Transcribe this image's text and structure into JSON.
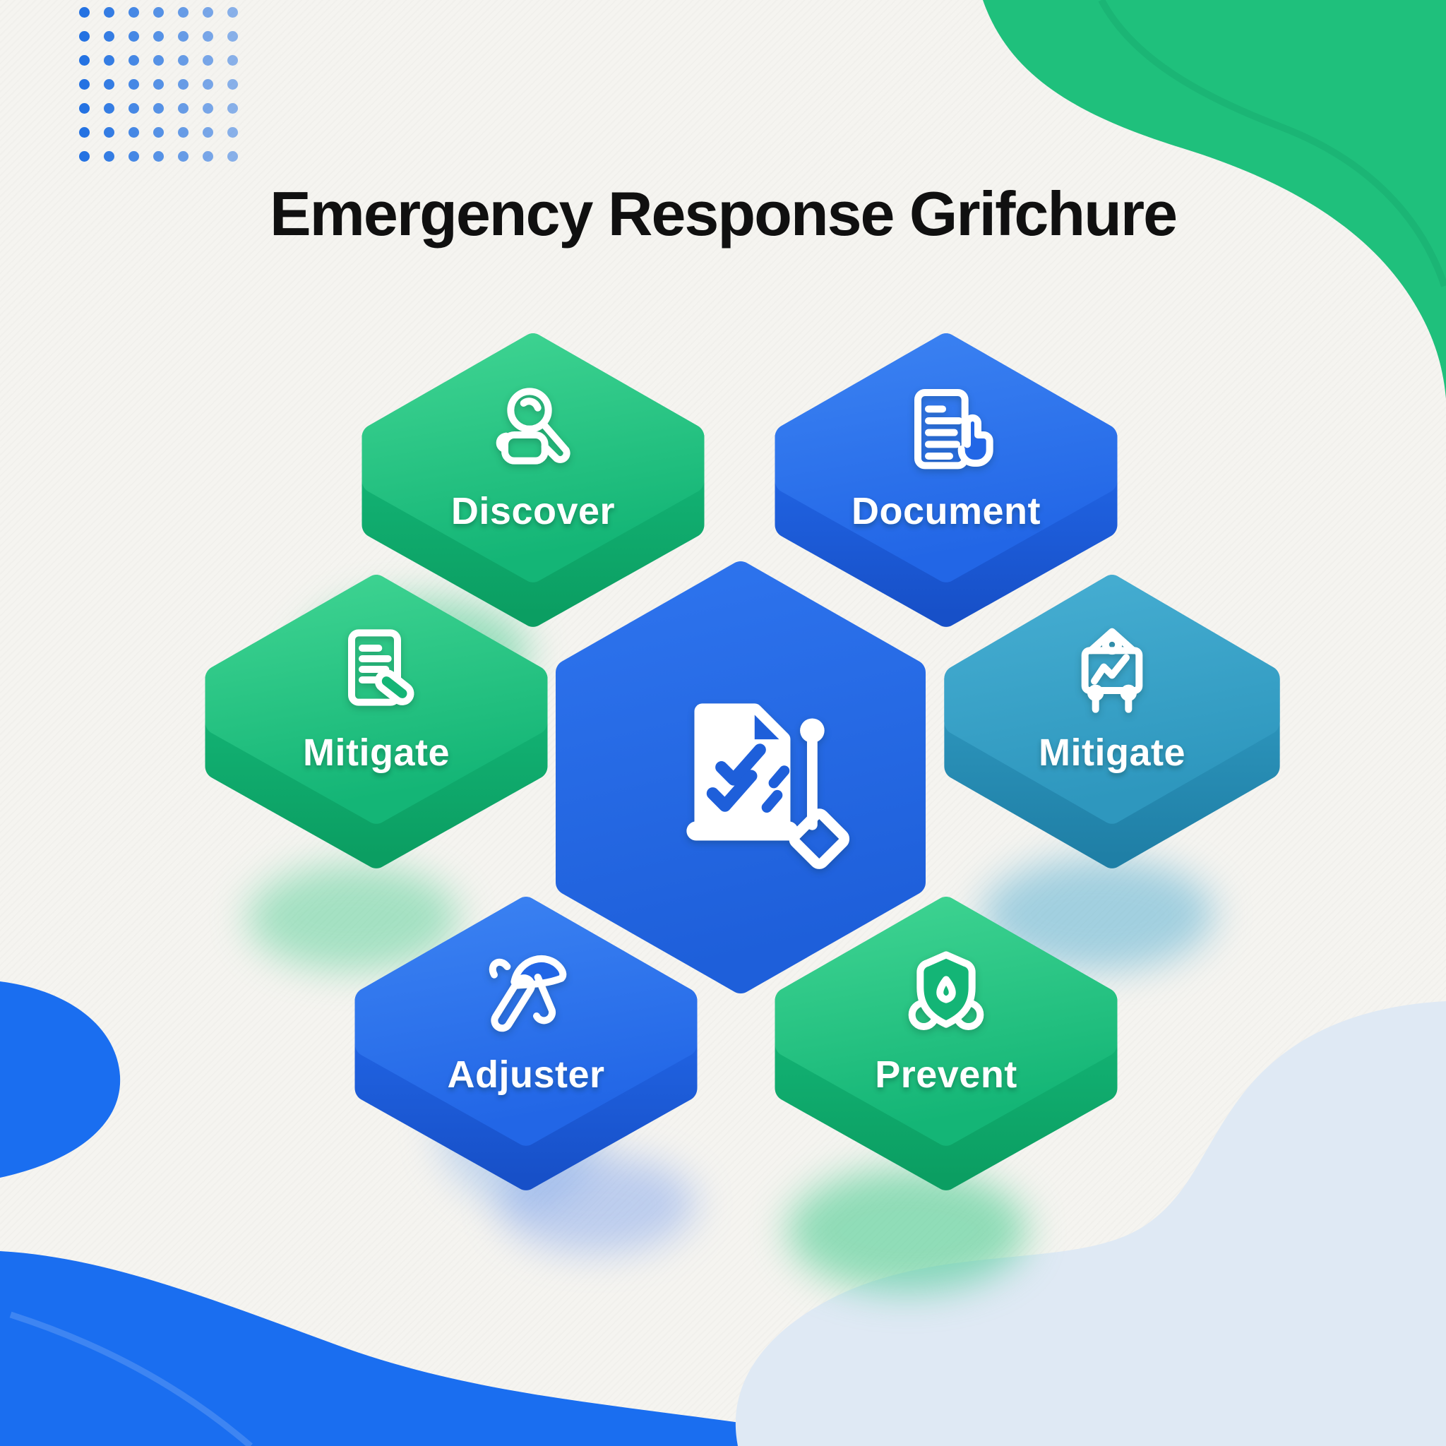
{
  "title": "Emergency Response Grifchure",
  "tiles": [
    {
      "id": "discover",
      "label": "Discover",
      "icon": "magnifier-hand-icon",
      "color_scheme": "green"
    },
    {
      "id": "document",
      "label": "Document",
      "icon": "document-hand-icon",
      "color_scheme": "blue"
    },
    {
      "id": "mitigate-left",
      "label": "Mitigate",
      "icon": "document-stamp-icon",
      "color_scheme": "green"
    },
    {
      "id": "mitigate-right",
      "label": "Mitigate",
      "icon": "board-chart-icon",
      "color_scheme": "teal"
    },
    {
      "id": "adjuster",
      "label": "Adjuster",
      "icon": "umbrella-tool-icon",
      "color_scheme": "blue"
    },
    {
      "id": "prevent",
      "label": "Prevent",
      "icon": "shield-drop-icon",
      "color_scheme": "green"
    },
    {
      "id": "center",
      "label": "",
      "icon": "checklist-document-icon",
      "color_scheme": "blue-center"
    }
  ],
  "decorations": {
    "dot_grid": {
      "rows": 7,
      "columns": 7
    },
    "corner_blobs": [
      "green-blob-top-right",
      "blue-blob-bottom-left",
      "gray-blob-bottom-right"
    ]
  },
  "colors": {
    "background": "#f5f4f0",
    "title_text": "#101010",
    "label_text": "#ffffff",
    "green_light": "#3fd492",
    "green": "#14b576",
    "green_dark": "#0b9e62",
    "blue_light": "#3b82f2",
    "blue": "#2266e6",
    "blue_dark": "#1750c8",
    "teal_light": "#46aed2",
    "teal": "#2e97be",
    "teal_dark": "#1f7fa6",
    "center_blue_light": "#2e74ee",
    "center_blue": "#1e5fda",
    "dot_blue": "#2472e2",
    "corner_green": "#1fc07c",
    "corner_blue": "#1a6ef0",
    "corner_gray": "#dfe9f4"
  }
}
